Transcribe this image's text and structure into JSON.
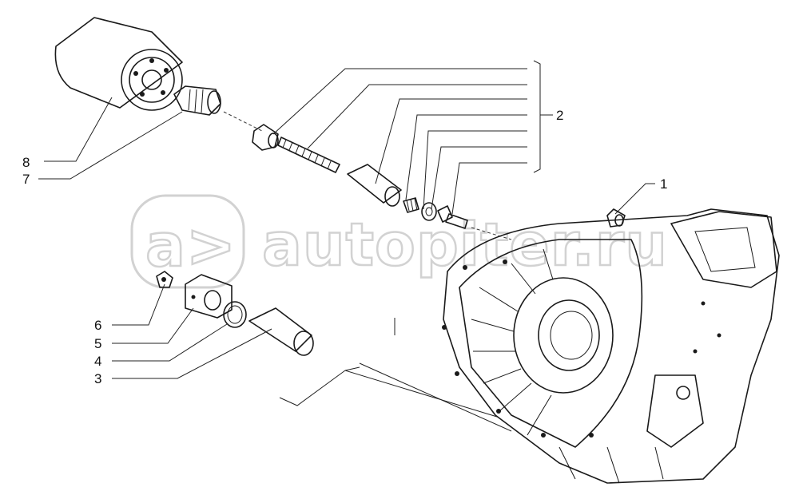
{
  "callouts": {
    "c1": "1",
    "c2": "2",
    "c3": "3",
    "c4": "4",
    "c5": "5",
    "c6": "6",
    "c7": "7",
    "c8": "8"
  },
  "watermark": {
    "text": "autopiter.ru",
    "logo_text": "a>"
  },
  "colors": {
    "line": "#1a1a1a",
    "watermark": "#d2d2d2",
    "background": "#ffffff"
  }
}
